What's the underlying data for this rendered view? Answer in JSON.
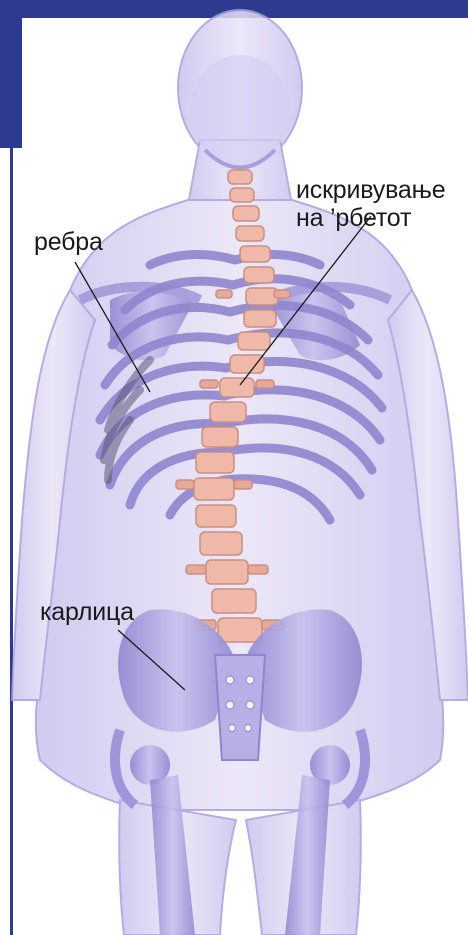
{
  "labels": {
    "spine_line1": "искривување",
    "spine_line2": "на ’рбетот",
    "ribs": "ребра",
    "pelvis": "карлица"
  },
  "colors": {
    "frame": "#2e3a8f",
    "body": "#b9b4e6",
    "bone": "#a89fd9",
    "vertebra": "#efb8a8",
    "leader_line": "#1a1a1a"
  }
}
